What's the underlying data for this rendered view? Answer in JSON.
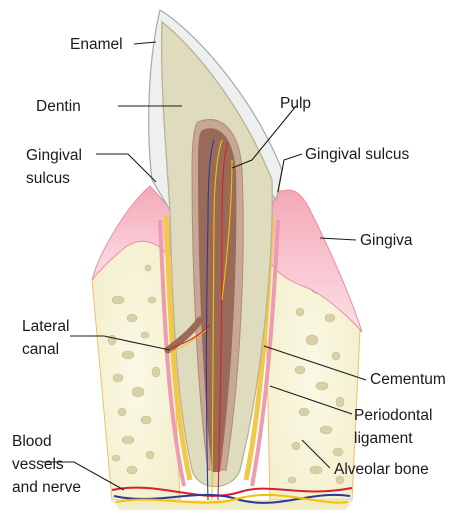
{
  "labels": {
    "enamel": "Enamel",
    "dentin": "Dentin",
    "pulp": "Pulp",
    "gingival_sulcus_left_1": "Gingival",
    "gingival_sulcus_left_2": "sulcus",
    "gingival_sulcus_right": "Gingival sulcus",
    "gingiva": "Gingiva",
    "lateral_canal_1": "Lateral",
    "lateral_canal_2": "canal",
    "cementum": "Cementum",
    "periodontal_ligament_1": "Periodontal",
    "periodontal_ligament_2": "ligament",
    "blood_vessels_1": "Blood",
    "blood_vessels_2": "vessels",
    "blood_vessels_3": "and nerve",
    "alveolar_bone": "Alveolar bone"
  },
  "colors": {
    "enamel": "#eef0f0",
    "dentin": "#dedbbf",
    "pulp": "#9a6a58",
    "gingiva": "#f2b3c0",
    "bone": "#f6f2d4",
    "ligament": "#f2c84a",
    "bone_pores": "#d9d2ad",
    "artery": "#d8202a",
    "vein": "#2a3a9a",
    "nerve": "#f2c200"
  }
}
